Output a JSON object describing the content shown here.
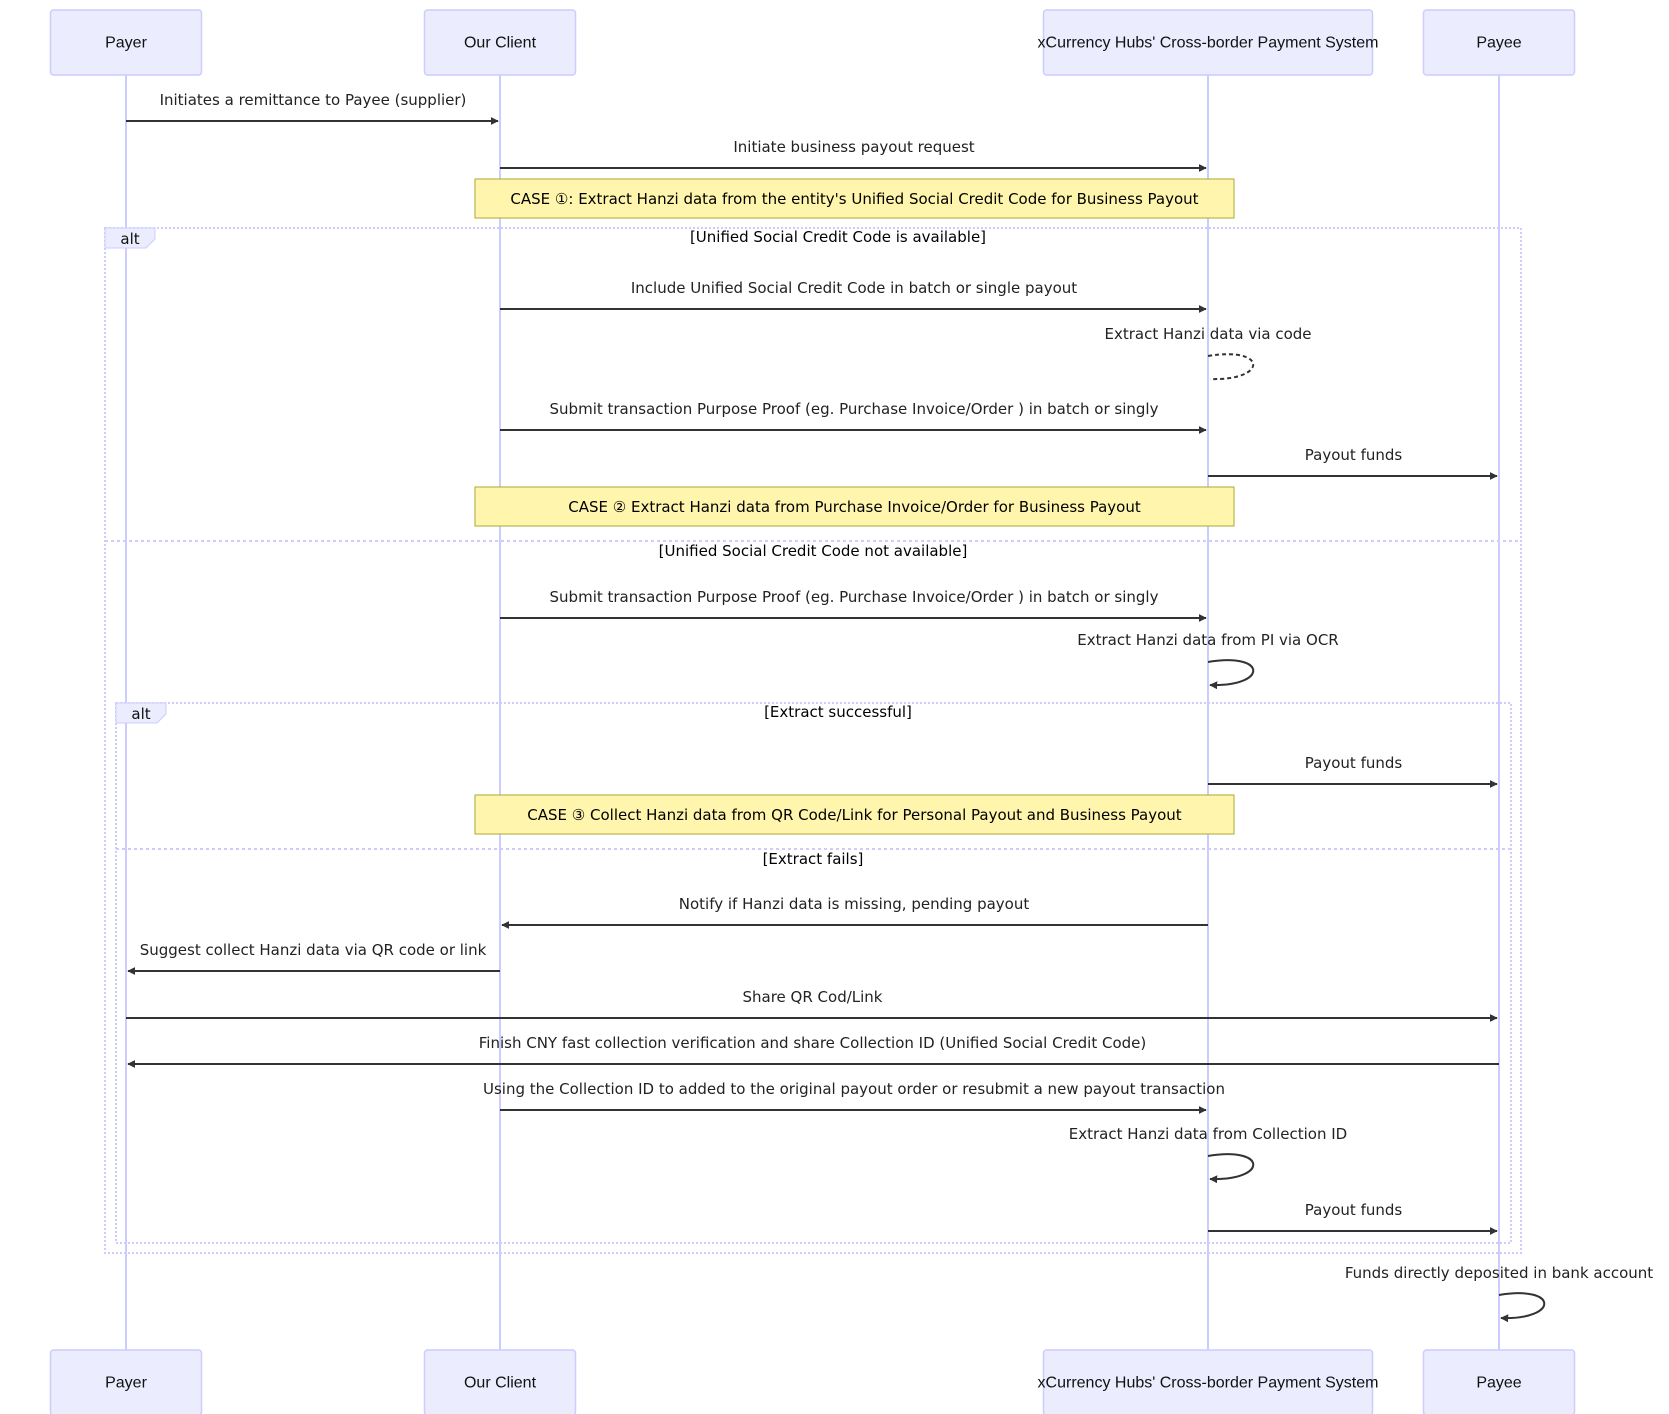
{
  "actors": [
    {
      "id": "payer",
      "label": "Payer"
    },
    {
      "id": "client",
      "label": "Our Client"
    },
    {
      "id": "system",
      "label": "xCurrency Hubs' Cross-border Payment System"
    },
    {
      "id": "payee",
      "label": "Payee"
    }
  ],
  "messages": [
    {
      "from": "payer",
      "to": "client",
      "text": "Initiates a remittance to Payee (supplier)"
    },
    {
      "from": "client",
      "to": "system",
      "text": "Initiate business payout request"
    },
    {
      "from": "client",
      "to": "system",
      "text": "Include Unified Social Credit Code in batch or single payout"
    },
    {
      "from": "system",
      "to": "system",
      "text": "Extract Hanzi data via code",
      "dashed": true
    },
    {
      "from": "client",
      "to": "system",
      "text": "Submit transaction Purpose Proof (eg. Purchase Invoice/Order ) in batch or singly"
    },
    {
      "from": "system",
      "to": "payee",
      "text": "Payout funds"
    },
    {
      "from": "client",
      "to": "system",
      "text": "Submit transaction Purpose Proof (eg. Purchase Invoice/Order ) in batch or singly"
    },
    {
      "from": "system",
      "to": "system",
      "text": "Extract Hanzi data from PI via OCR"
    },
    {
      "from": "system",
      "to": "payee",
      "text": "Payout funds"
    },
    {
      "from": "system",
      "to": "client",
      "text": "Notify if Hanzi data is missing, pending payout"
    },
    {
      "from": "client",
      "to": "payer",
      "text": "Suggest collect Hanzi data via QR code or link"
    },
    {
      "from": "payer",
      "to": "payee",
      "text": "Share QR Cod/Link"
    },
    {
      "from": "payee",
      "to": "payer",
      "text": "Finish CNY fast collection verification and share Collection ID (Unified Social Credit Code)"
    },
    {
      "from": "client",
      "to": "system",
      "text": "Using the Collection ID to added to the original payout order or resubmit a new payout transaction"
    },
    {
      "from": "system",
      "to": "system",
      "text": "Extract Hanzi data from Collection ID"
    },
    {
      "from": "system",
      "to": "payee",
      "text": "Payout funds"
    },
    {
      "from": "payee",
      "to": "payee",
      "text": "Funds directly deposited in bank account"
    }
  ],
  "notes": [
    {
      "text": "CASE ①: Extract Hanzi data from the entity's Unified Social Credit Code for Business Payout"
    },
    {
      "text": "CASE ② Extract Hanzi data from Purchase Invoice/Order for Business Payout"
    },
    {
      "text": "CASE ③ Collect Hanzi data from QR Code/Link for Personal Payout and Business Payout"
    }
  ],
  "frames": [
    {
      "keyword": "alt",
      "sections": [
        "[Unified Social Credit Code is available]",
        "[Unified Social Credit Code not available]"
      ]
    },
    {
      "keyword": "alt",
      "sections": [
        "[Extract successful]",
        "[Extract fails]"
      ]
    }
  ],
  "colors": {
    "actor_fill": "#ececff",
    "actor_stroke": "#ccccff",
    "lifeline": "#ccccff",
    "arrow": "#333333",
    "note_fill": "#fff5ad",
    "note_stroke": "#aaaa33",
    "frame_stroke": "#ccccff"
  }
}
